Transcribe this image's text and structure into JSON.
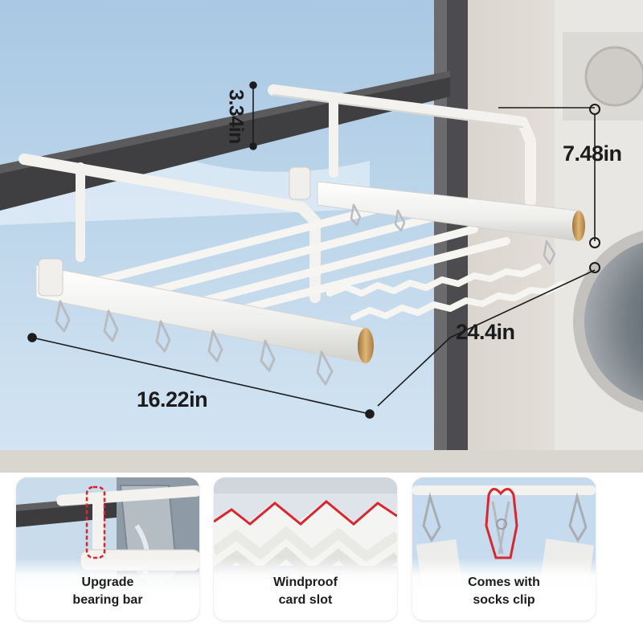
{
  "dimensions": {
    "height": "3.34in",
    "depth": "7.48in",
    "length": "24.4in",
    "width": "16.22in"
  },
  "features": [
    {
      "line1": "Upgrade",
      "line2": "bearing bar"
    },
    {
      "line1": "Windproof",
      "line2": "card slot"
    },
    {
      "line1": "Comes with",
      "line2": "socks clip"
    }
  ],
  "colors": {
    "rack": "#f3f2ef",
    "sky": "#b9d4ea",
    "window_frame": "#4c4c4e",
    "end_cap": "#c79a5a",
    "highlight": "#d9272e"
  }
}
